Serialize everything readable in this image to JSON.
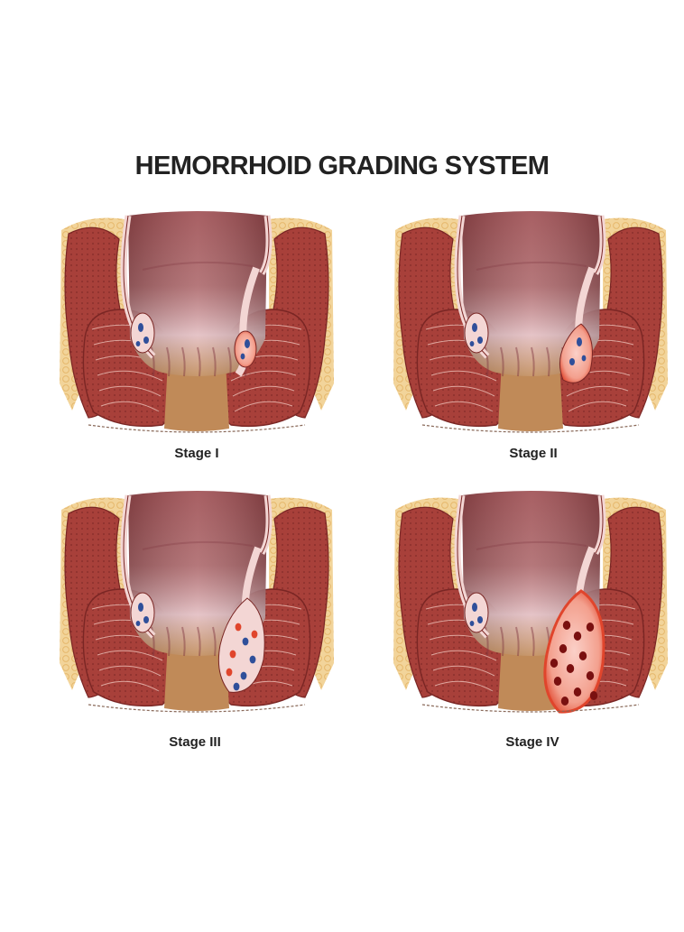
{
  "title": "HEMORRHOID GRADING SYSTEM",
  "stages": [
    {
      "label": "Stage I",
      "level": 1
    },
    {
      "label": "Stage II",
      "level": 2
    },
    {
      "label": "Stage III",
      "level": 3
    },
    {
      "label": "Stage IV",
      "level": 4
    }
  ],
  "colors": {
    "muscle": "#a8403a",
    "muscle_dark": "#7a2624",
    "lumen": "#9c4a4e",
    "lumen_light": "#e2bcc0",
    "fat": "#f2d49a",
    "mucosa_pale": "#f3d6d4",
    "canal": "#c08a58",
    "vessel": "#2f4f9a",
    "inflamed": "#e0452c",
    "title_text": "#222222"
  }
}
